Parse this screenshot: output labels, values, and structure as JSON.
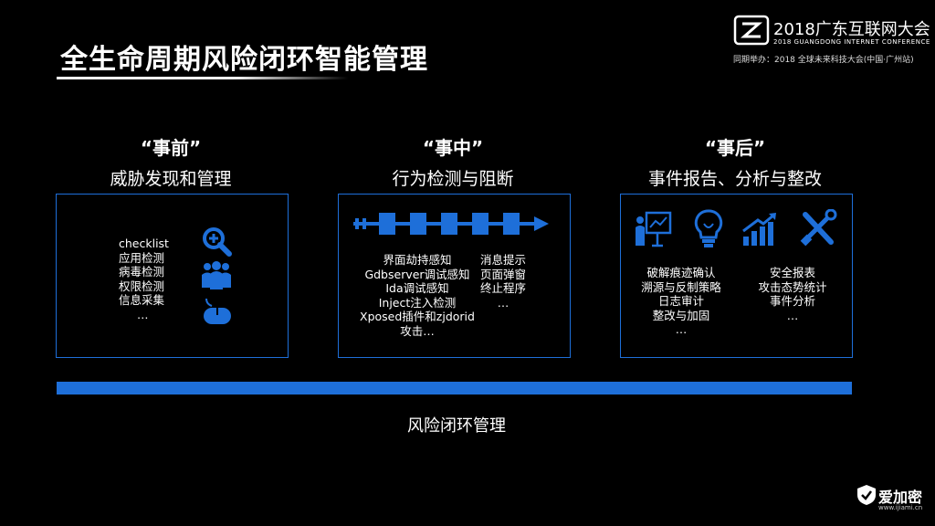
{
  "header": {
    "title": "全生命周期风险闭环智能管理"
  },
  "conference": {
    "main": "2018广东互联网大会",
    "english": "2018 GUANGDONG INTERNET CONFERENCE",
    "subline": "同期举办：2018 全球未来科技大会(中国·广州站)"
  },
  "stages": [
    {
      "quote": "“事前”",
      "subtitle": "威胁发现和管理",
      "items": [
        "checklist",
        "应用检测",
        "病毒检测",
        "权限检测",
        "信息采集",
        "…"
      ],
      "icons": [
        "search-plus-icon",
        "people-group-icon",
        "mouse-icon"
      ]
    },
    {
      "quote": "“事中”",
      "subtitle": "行为检测与阻断",
      "left_items": [
        "界面劫持感知",
        "Gdbserver调试感知",
        "Ida调试感知",
        "Inject注入检测",
        "Xposed插件和zjdorid",
        "攻击…"
      ],
      "right_items": [
        "消息提示",
        "页面弹窗",
        "终止程序",
        "…"
      ],
      "icons": [
        "timeline-arrow-icon"
      ]
    },
    {
      "quote": "“事后”",
      "subtitle": "事件报告、分析与整改",
      "left_items": [
        "破解痕迹确认",
        "溯源与反制策略",
        "日志审计",
        "整改与加固",
        "…"
      ],
      "right_items": [
        "安全报表",
        "攻击态势统计",
        "事件分析",
        "…"
      ],
      "icons": [
        "presentation-icon",
        "lightbulb-icon",
        "growth-chart-icon",
        "tools-icon"
      ]
    }
  ],
  "footer": {
    "label": "风险闭环管理"
  },
  "brand": {
    "name": "爱加密",
    "url": "www.ijiami.cn"
  },
  "colors": {
    "accent": "#1e6fd9",
    "background": "#000000",
    "text": "#ffffff"
  }
}
